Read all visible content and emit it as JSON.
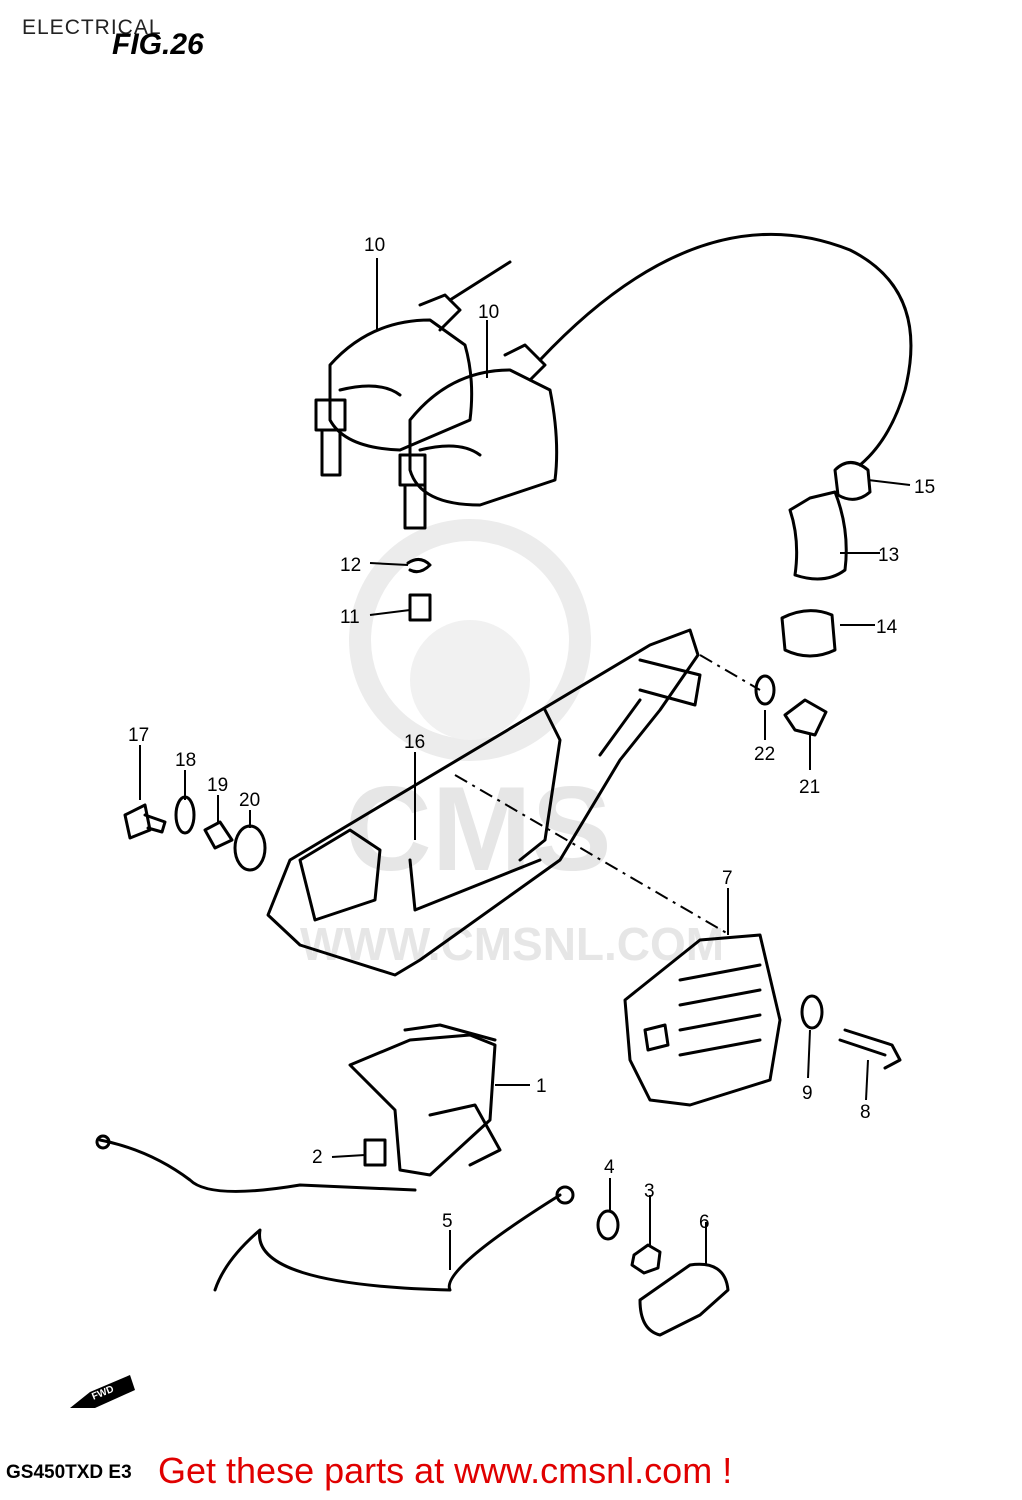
{
  "header": {
    "section": "ELECTRICAL",
    "figure": "FIG.26"
  },
  "footer": {
    "model": "GS450TXD E3",
    "cta": "Get these parts at www.cmsnl.com !"
  },
  "watermark": {
    "brand": "CMS",
    "url": "WWW.CMSNL.COM"
  },
  "fwd_label": "FWD",
  "callouts": [
    {
      "id": "c10a",
      "text": "10"
    },
    {
      "id": "c10b",
      "text": "10"
    },
    {
      "id": "c15",
      "text": "15"
    },
    {
      "id": "c13",
      "text": "13"
    },
    {
      "id": "c14",
      "text": "14"
    },
    {
      "id": "c12",
      "text": "12"
    },
    {
      "id": "c11",
      "text": "11"
    },
    {
      "id": "c17",
      "text": "17"
    },
    {
      "id": "c18",
      "text": "18"
    },
    {
      "id": "c19",
      "text": "19"
    },
    {
      "id": "c20",
      "text": "20"
    },
    {
      "id": "c16",
      "text": "16"
    },
    {
      "id": "c22",
      "text": "22"
    },
    {
      "id": "c21",
      "text": "21"
    },
    {
      "id": "c7",
      "text": "7"
    },
    {
      "id": "c9",
      "text": "9"
    },
    {
      "id": "c8",
      "text": "8"
    },
    {
      "id": "c1",
      "text": "1"
    },
    {
      "id": "c2",
      "text": "2"
    },
    {
      "id": "c4",
      "text": "4"
    },
    {
      "id": "c3",
      "text": "3"
    },
    {
      "id": "c6",
      "text": "6"
    },
    {
      "id": "c5",
      "text": "5"
    }
  ],
  "colors": {
    "line": "#000000",
    "watermark": "#e6e6e6",
    "cta": "#e00000"
  }
}
